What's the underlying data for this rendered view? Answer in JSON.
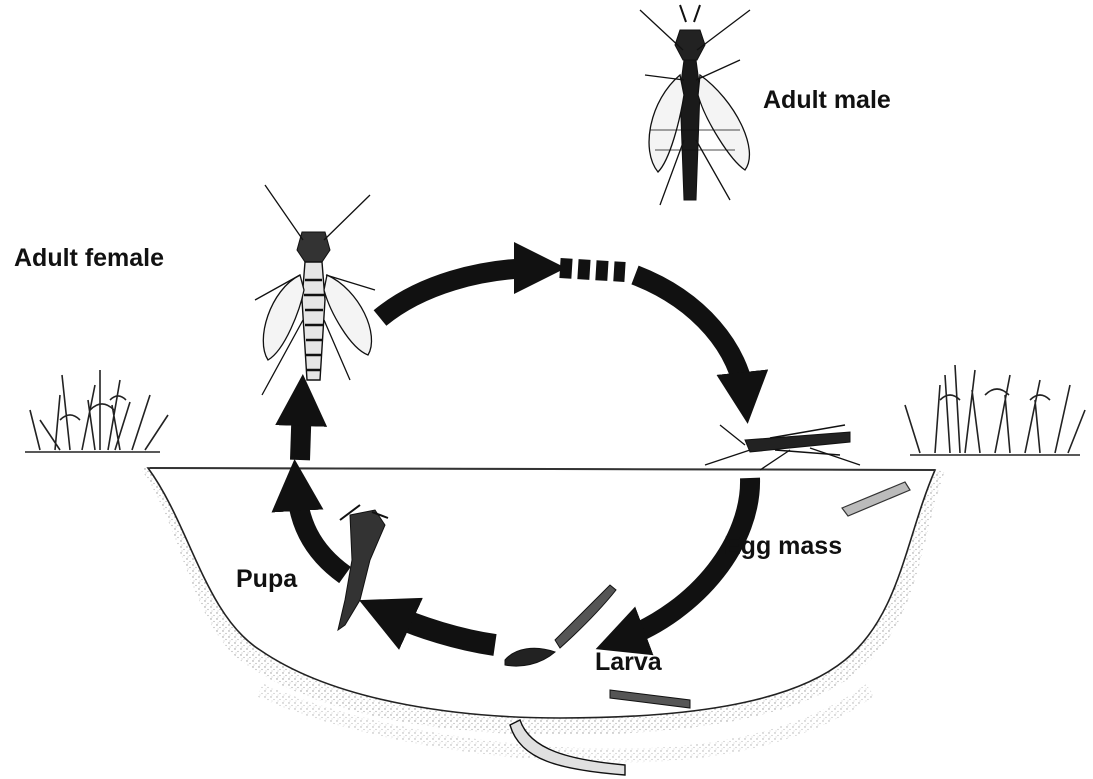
{
  "labels": {
    "adult_male": "Adult male",
    "adult_female": "Adult female",
    "egg_mass": "Egg mass",
    "larva": "Larva",
    "pupa": "Pupa"
  },
  "colors": {
    "ink": "#111111",
    "water_line": "#333333",
    "soil_stipple": "#8a8a8a",
    "background": "#ffffff"
  },
  "icons": [
    "adult-male-insect-icon",
    "adult-female-insect-icon",
    "egg-laying-insect-icon",
    "larva-icon",
    "pupa-icon",
    "grass-tuft-icon"
  ]
}
